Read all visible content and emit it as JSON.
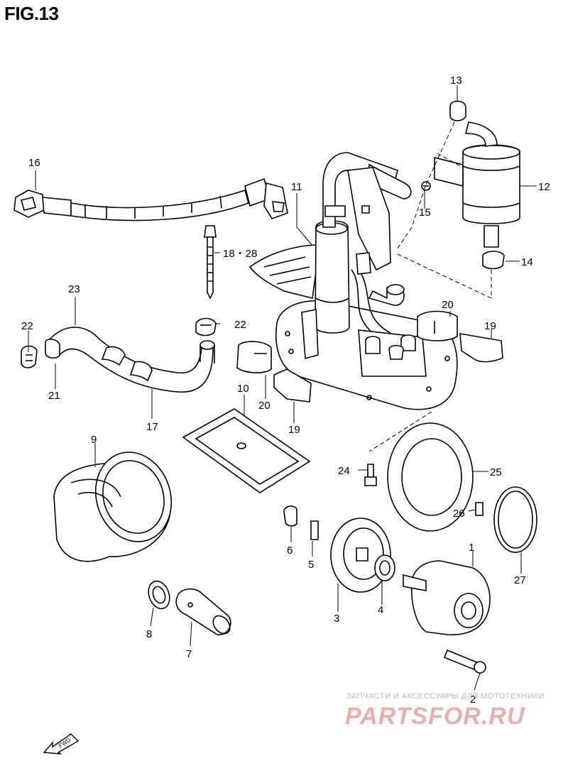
{
  "figure_title": "FIG.13",
  "labels": {
    "n1": "1",
    "n2": "2",
    "n3": "3",
    "n4": "4",
    "n5": "5",
    "n6": "6",
    "n7": "7",
    "n8": "8",
    "n9": "9",
    "n10": "10",
    "n11": "11",
    "n12": "12",
    "n13": "13",
    "n14": "14",
    "n15": "15",
    "n16": "16",
    "n17": "17",
    "n18_28": "18・28",
    "n19a": "19",
    "n19b": "19",
    "n20a": "20",
    "n20b": "20",
    "n21": "21",
    "n22a": "22",
    "n22b": "22",
    "n23": "23",
    "n24": "24",
    "n25": "25",
    "n26": "26",
    "n27": "27"
  },
  "watermark": {
    "line1": "ЗАПЧАСТИ И АКСЕССУАРЫ ДЛЯ МОТОТЕХНИКИ",
    "line2": "PARTSFOR.RU"
  },
  "direction_marker": "FWD"
}
